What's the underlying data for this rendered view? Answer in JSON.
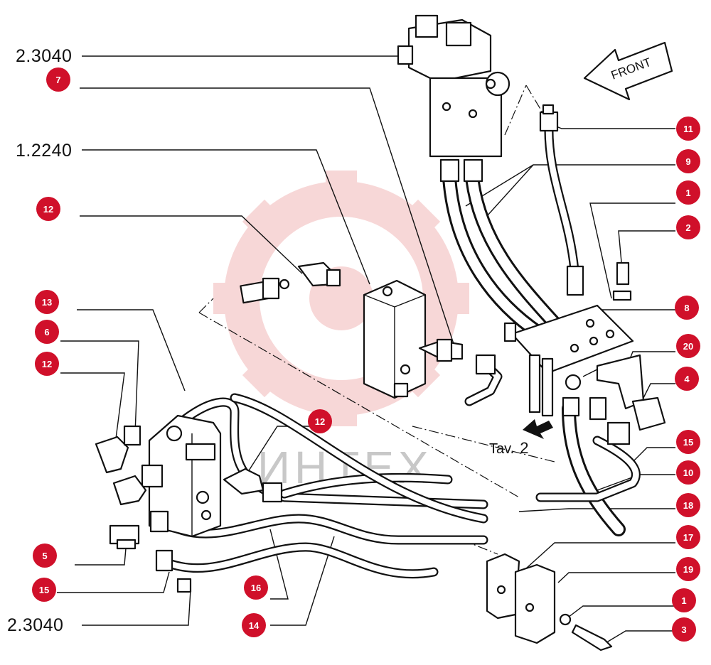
{
  "watermark": {
    "text": "ИНТЕХ",
    "color": "#f2b8b8"
  },
  "colors": {
    "badge": "#d0102a",
    "line": "#111111"
  },
  "references": [
    {
      "id": "ref-2-3040-top",
      "text": "2.3040"
    },
    {
      "id": "ref-1-2240",
      "text": "1.2240"
    },
    {
      "id": "ref-2-3040-bottom",
      "text": "2.3040"
    }
  ],
  "callouts": [
    "7",
    "12",
    "13",
    "6",
    "12",
    "12",
    "5",
    "15",
    "16",
    "14",
    "11",
    "9",
    "1",
    "2",
    "8",
    "20",
    "4",
    "15",
    "10",
    "18",
    "17",
    "19",
    "1",
    "3"
  ],
  "front_label": "FRONT",
  "tav_label": {
    "prefix": "Tav.",
    "number": "2"
  }
}
